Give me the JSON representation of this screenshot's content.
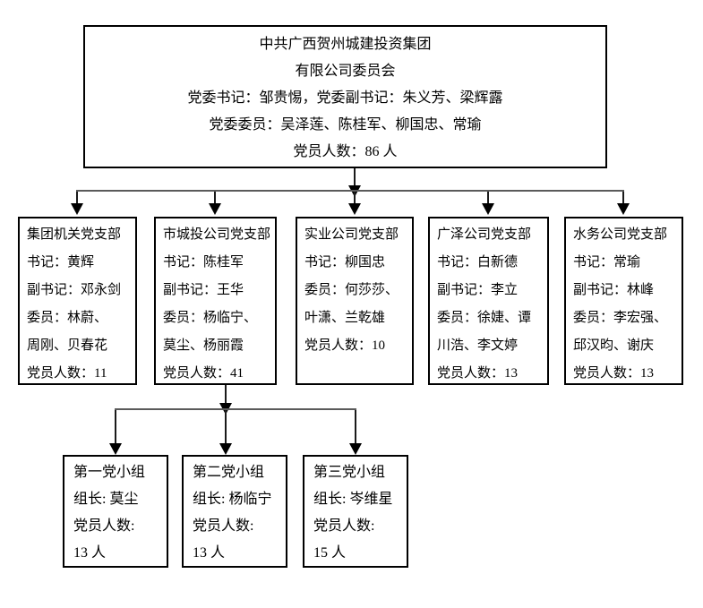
{
  "colors": {
    "background": "#ffffff",
    "box_border": "#000000",
    "connector_vertical": "#1a1a1a",
    "connector_horizontal": "#5a5a5a",
    "text": "#000000"
  },
  "committee": {
    "title": "中共广西贺州城建投资集团有限公司委员会",
    "secretary": "邹贵惕",
    "deputy_secretaries": "朱义芳、梁辉露",
    "members": "吴泽莲、陈桂军、柳国忠、常瑜",
    "member_count": 86,
    "lines": [
      "中共广西贺州城建投资集团",
      "有限公司委员会",
      "党委书记：邹贵惕，党委副书记：朱义芳、梁辉露",
      "党委委员：吴泽莲、陈桂军、柳国忠、常瑜",
      "党员人数：86 人"
    ]
  },
  "branches": [
    {
      "title": "集团机关党支部",
      "member_count": 11,
      "lines": [
        "集团机关党支部",
        "书记：黄辉",
        "副书记：邓永剑",
        "委员：林蔚、",
        "周刚、贝春花",
        "党员人数：11"
      ]
    },
    {
      "title": "市城投公司党支部",
      "member_count": 41,
      "lines": [
        "市城投公司党支部",
        "书记：陈桂军",
        "副书记：王华",
        "委员：杨临宁、",
        "莫尘、杨丽霞",
        "党员人数：41"
      ]
    },
    {
      "title": "实业公司党支部",
      "member_count": 10,
      "lines": [
        "实业公司党支部",
        "书记：柳国忠",
        "委员：何莎莎、",
        "叶潇、兰乾雄",
        "党员人数：10"
      ]
    },
    {
      "title": "广泽公司党支部",
      "member_count": 13,
      "lines": [
        "广泽公司党支部",
        "书记：白新德",
        "副书记：李立",
        "委员：徐婕、谭",
        "川浩、李文婷",
        "党员人数：13"
      ]
    },
    {
      "title": "水务公司党支部",
      "member_count": 13,
      "lines": [
        "水务公司党支部",
        "书记：常瑜",
        "副书记：林峰",
        "委员：李宏强、",
        "邱汉昀、谢庆",
        "党员人数：13"
      ]
    }
  ],
  "groups": [
    {
      "title": "第一党小组",
      "leader": "莫尘",
      "member_count": 13,
      "lines": [
        "第一党小组",
        "组长: 莫尘",
        "党员人数:",
        "13 人"
      ]
    },
    {
      "title": "第二党小组",
      "leader": "杨临宁",
      "member_count": 13,
      "lines": [
        "第二党小组",
        "组长: 杨临宁",
        "党员人数:",
        "13 人"
      ]
    },
    {
      "title": "第三党小组",
      "leader": "岑维星",
      "member_count": 15,
      "lines": [
        "第三党小组",
        "组长: 岑维星",
        "党员人数:",
        "15 人"
      ]
    }
  ]
}
